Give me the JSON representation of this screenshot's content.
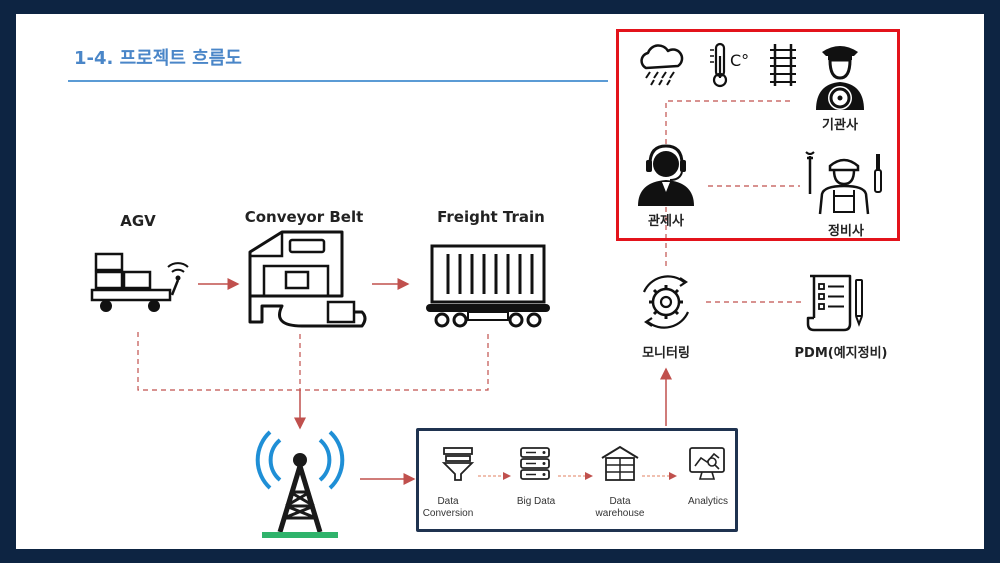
{
  "slide": {
    "title": "1-4. 프로젝트 흐름도"
  },
  "nodes": {
    "agv": "AGV",
    "conveyor": "Conveyor Belt",
    "train": "Freight Train",
    "monitoring": "모니터링",
    "pdm": "PDM(예지정비)",
    "engineer": "기관사",
    "controller": "관제사",
    "maintainer": "정비사"
  },
  "pipeline": {
    "steps": [
      "Data\nConversion",
      "Big Data",
      "Data\nwarehouse",
      "Analytics"
    ]
  },
  "icons": {
    "weather": "rain-cloud-icon",
    "temperature": "thermometer-celsius-icon",
    "track": "railway-track-icon",
    "tower": "signal-tower-icon"
  },
  "colors": {
    "accent_blue": "#4a86c8",
    "highlight_red": "#e3131b",
    "arrow_red": "#c0504d",
    "frame_navy": "#0d2442"
  }
}
